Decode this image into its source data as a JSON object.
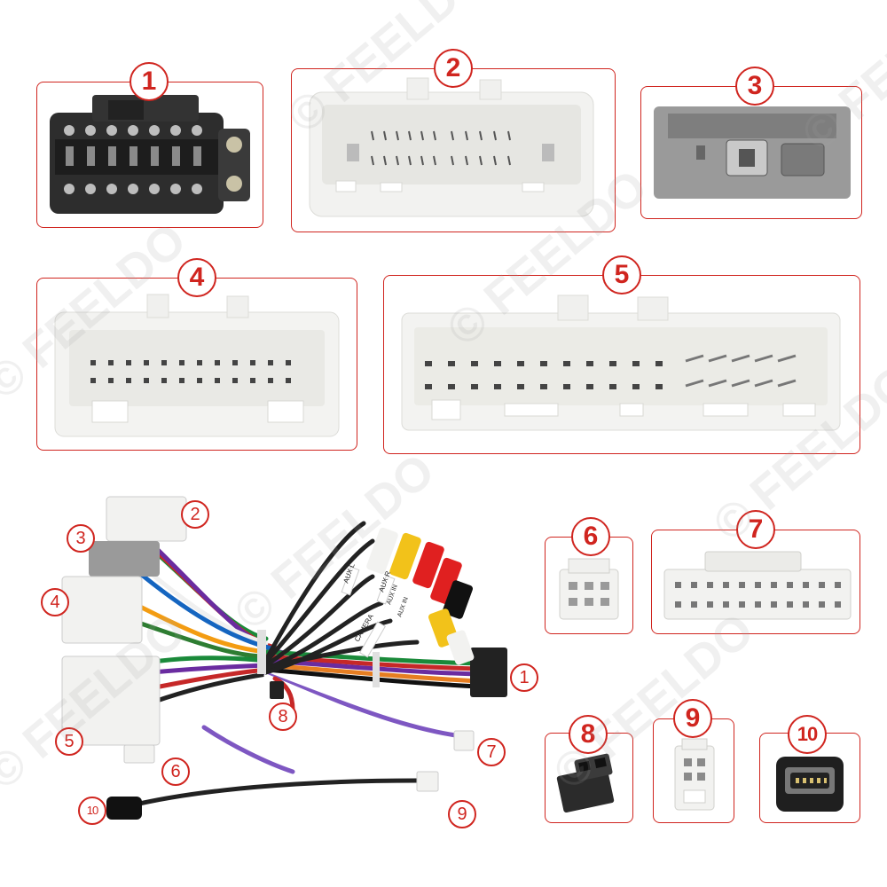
{
  "watermark": "© FEELDO",
  "connectors": [
    {
      "number": "1"
    },
    {
      "number": "2"
    },
    {
      "number": "3"
    },
    {
      "number": "4"
    },
    {
      "number": "5"
    },
    {
      "number": "6"
    },
    {
      "number": "7"
    },
    {
      "number": "8"
    },
    {
      "number": "9"
    },
    {
      "number": "10"
    }
  ],
  "harness_markers": [
    "1",
    "2",
    "3",
    "4",
    "5",
    "6",
    "7",
    "8",
    "9",
    "10"
  ],
  "cable_tags": [
    "AUX L",
    "AUX R",
    "CAMERA",
    "AUX IN",
    "AUX IN"
  ],
  "colors": {
    "accent": "#d0251f",
    "connector_white": "#f2f2f0",
    "connector_black": "#2b2b2b",
    "connector_gray": "#9a9a9a"
  }
}
